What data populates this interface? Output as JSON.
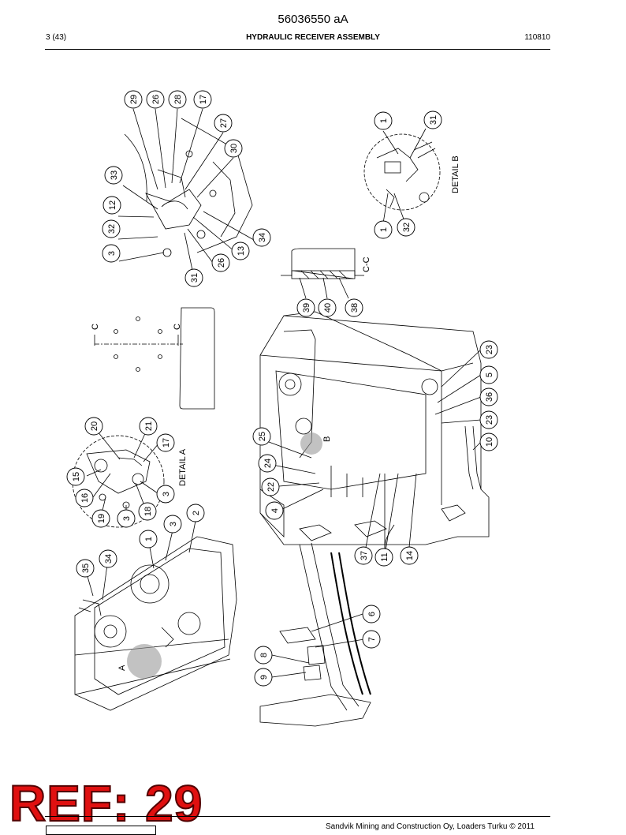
{
  "header": {
    "doc_id": "56036550 aA",
    "page": "3 (43)",
    "title": "HYDRAULIC RECEIVER ASSEMBLY",
    "date": "110810"
  },
  "footer": {
    "ref": "REF: 29",
    "copyright": "Sandvik Mining and Construction Oy, Loaders Turku © 2011"
  },
  "labels": {
    "detail_a": "DETAIL A",
    "detail_b": "DETAIL B",
    "section_cc": "C-C",
    "c": "C",
    "a": "A",
    "b": "B"
  },
  "callouts": {
    "top": [
      "29",
      "26",
      "28",
      "17",
      "27",
      "30",
      "33",
      "12",
      "32",
      "3",
      "34",
      "13",
      "26",
      "31"
    ],
    "detail_b": [
      "1",
      "31",
      "1",
      "32"
    ],
    "section_cc": [
      "39",
      "40",
      "38"
    ],
    "detail_a": [
      "20",
      "21",
      "17",
      "15",
      "16",
      "19",
      "3",
      "3",
      "18"
    ],
    "lower_left": [
      "3",
      "2",
      "1",
      "34",
      "35"
    ],
    "main": [
      "23",
      "5",
      "36",
      "23",
      "10",
      "25",
      "24",
      "22",
      "4",
      "37",
      "11",
      "14"
    ],
    "hose": [
      "6",
      "7",
      "8",
      "9"
    ]
  },
  "colors": {
    "stamp": "#e01010",
    "line": "#000000",
    "shade": "#9a9a9a"
  }
}
